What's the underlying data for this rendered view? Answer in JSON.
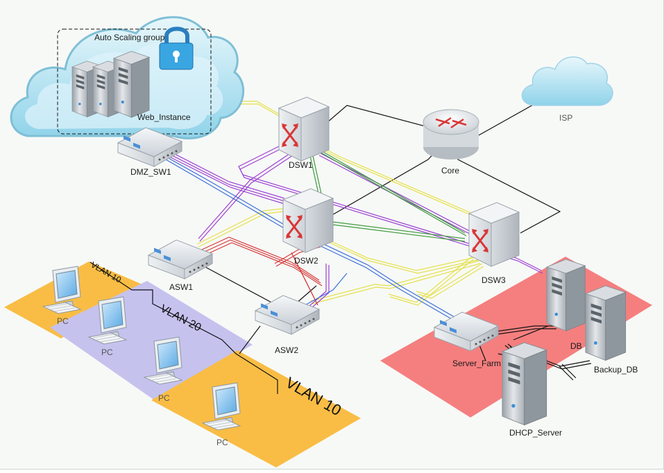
{
  "labels": {
    "auto_scaling": "Auto Scaling group",
    "web_instance": "Web_Instance",
    "dmz_sw1": "DMZ_SW1",
    "dsw1": "DSW1",
    "dsw2": "DSW2",
    "dsw3": "DSW3",
    "core": "Core",
    "isp": "ISP",
    "asw1": "ASW1",
    "asw2": "ASW2",
    "server_farm": "Server_Farm",
    "db": "DB",
    "backup_db": "Backup_DB",
    "dhcp_server": "DHCP_Server",
    "vlan10_small": "VLAN 10",
    "vlan20": "VLAN 20",
    "vlan10_large": "VLAN 10",
    "pc1": "PC",
    "pc2": "PC",
    "pc3": "PC",
    "pc4": "PC"
  },
  "colors": {
    "vlan10_zone": "#f9bd45",
    "vlan20_zone": "#c5c2ee",
    "server_zone": "#f57f7f",
    "link_yellow": "#e6e04a",
    "link_purple": "#9c3fd2",
    "link_red": "#d63a3a",
    "link_blue": "#3c6fd8",
    "link_green": "#3e9a3e",
    "link_black": "#111111"
  },
  "icons": {
    "cloud": "cloud-icon",
    "lock": "lock-icon",
    "switch": "switch-icon",
    "router": "router-icon",
    "server": "server-icon",
    "pc": "pc-icon"
  }
}
